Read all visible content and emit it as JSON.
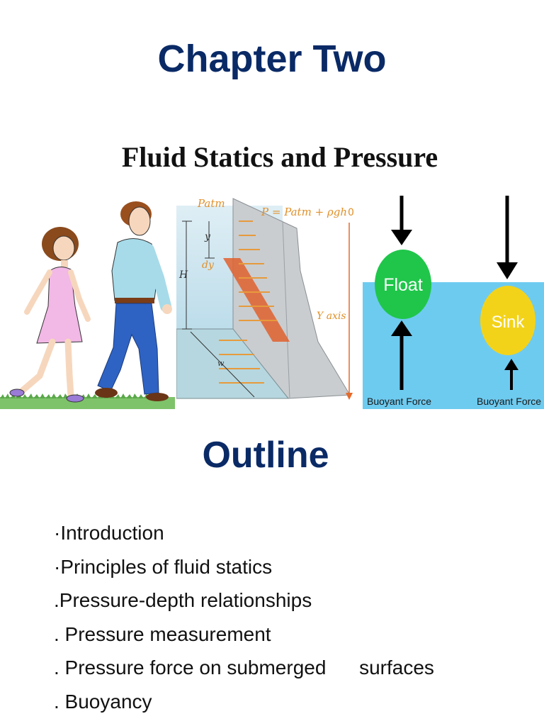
{
  "title": "Chapter Two",
  "subtitle": "Fluid Statics and Pressure",
  "figures": {
    "people": {
      "icon": "walking-couple-illustration"
    },
    "dam": {
      "patm_label": "Patm",
      "equation_label": "P = Patm + ρgh",
      "zero_label": "0",
      "y_label": "y",
      "dy_label": "dy",
      "h_label": "H",
      "axis_label": "Y axis",
      "w_label": "w"
    },
    "buoyancy": {
      "float_label": "Float",
      "sink_label": "Sink",
      "force_label_left": "Buoyant Force",
      "force_label_right": "Buoyant Force",
      "colors": {
        "water": "#6ecbf0",
        "float": "#1fc64a",
        "sink": "#f3d31a"
      }
    }
  },
  "outline": {
    "heading": "Outline",
    "items": [
      "·Introduction",
      "·Principles of fluid statics",
      ".Pressure-depth relationships",
      ". Pressure measurement",
      ". Pressure force on submerged      surfaces",
      ". Buoyancy"
    ]
  }
}
